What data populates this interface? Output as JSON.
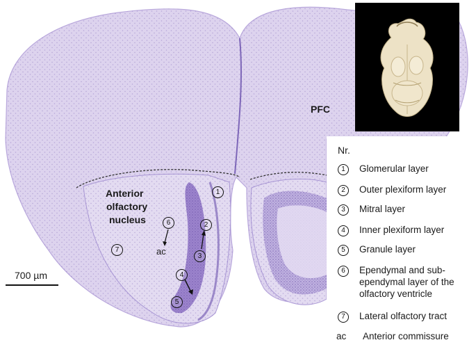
{
  "labels": {
    "pfc": "PFC",
    "aon_line1": "Anterior",
    "aon_line2": "olfactory",
    "aon_line3": "nucleus",
    "ac": "ac",
    "scale": "700 µm"
  },
  "markers": [
    "1",
    "2",
    "3",
    "4",
    "5",
    "6",
    "7"
  ],
  "legend": {
    "header": "Nr.",
    "items": [
      {
        "num": "1",
        "text": "Glomerular layer"
      },
      {
        "num": "2",
        "text": "Outer plexiform layer"
      },
      {
        "num": "3",
        "text": "Mitral layer"
      },
      {
        "num": "4",
        "text": "Inner plexiform layer"
      },
      {
        "num": "5",
        "text": "Granule layer"
      },
      {
        "num": "6",
        "text": "Ependymal and sub-ependymal layer of the olfactory ventricle"
      },
      {
        "num": "7",
        "text": "Lateral olfactory tract"
      }
    ],
    "ac_abbr": "ac",
    "ac_text": "Anterior commissure"
  },
  "colors": {
    "tissue": "#d7cdeb",
    "stain": "#8a72c0",
    "dark_stain": "#5e43a0",
    "photo_bg": "#000000",
    "brain": "#ede2c6"
  }
}
